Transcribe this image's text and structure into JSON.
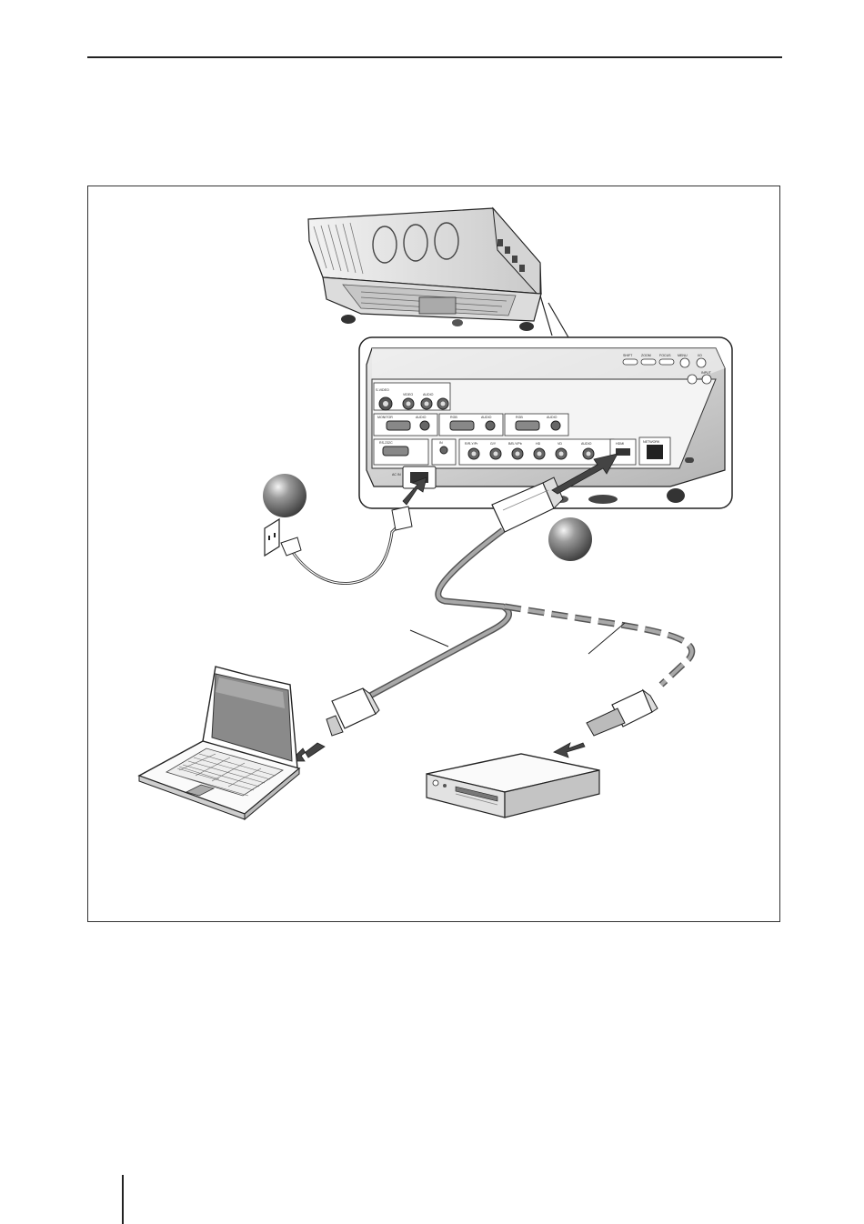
{
  "page": {
    "header_text": "",
    "footer_text": ""
  },
  "figure": {
    "panel_labels": [
      "S-VIDEO",
      "VIDEO",
      "AUDIO",
      "MONITOR",
      "AUDIO",
      "RGB",
      "AUDIO",
      "RGB",
      "AUDIO",
      "RS-232C",
      "IN",
      "R/R-Y/Pr",
      "G/Y",
      "B/B-Y/Pb",
      "HD",
      "VD",
      "AUDIO",
      "HDMI",
      "NETWORK",
      "AC IN"
    ],
    "control_labels": [
      "SHIFT",
      "ZOOM",
      "FOCUS",
      "MENU",
      "I/O",
      "INPUT"
    ],
    "colors": {
      "line": "#222222",
      "body_light": "#e6e6e6",
      "body_mid": "#bdbdbd",
      "body_dark": "#7a7a7a",
      "cable": "#9a9a9a",
      "ball": "#777777"
    }
  }
}
